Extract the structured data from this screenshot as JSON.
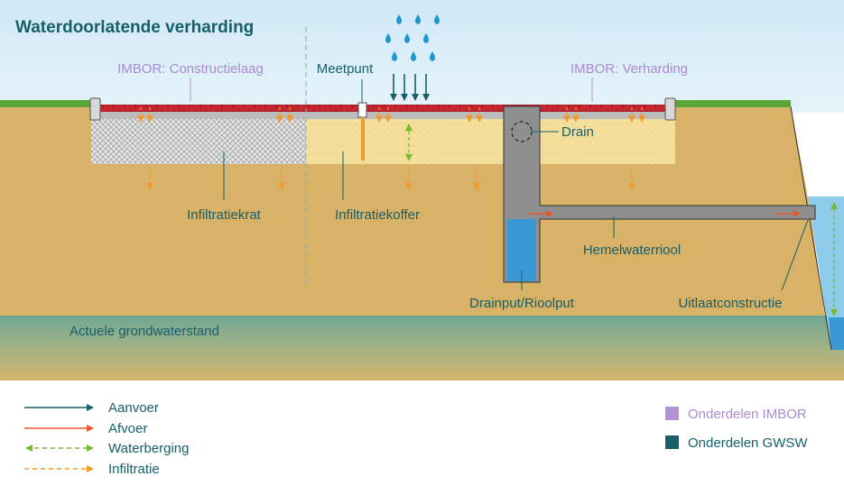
{
  "title": "Waterdoorlatende verharding",
  "labels": {
    "constructielaag": "IMBOR: Constructielaag",
    "verharding": "IMBOR: Verharding",
    "meetpunt": "Meetpunt",
    "drain": "Drain",
    "infiltratiekrat": "Infiltratiekrat",
    "infiltratiekoffer": "Infiltratiekoffer",
    "hemelwaterriool": "Hemelwaterriool",
    "drainput": "Drainput/Rioolput",
    "uitlaatconstructie": "Uitlaatconstructie",
    "grondwaterstand": "Actuele grondwaterstand"
  },
  "legend_flows": [
    {
      "label": "Aanvoer",
      "color": "#165f6b",
      "style": "solid",
      "heads": "end"
    },
    {
      "label": "Afvoer",
      "color": "#e8592a",
      "style": "solid",
      "heads": "end"
    },
    {
      "label": "Waterberging",
      "color": "#7cb82f",
      "style": "dashed",
      "heads": "both"
    },
    {
      "label": "Infiltratie",
      "color": "#f39a2c",
      "style": "dashed",
      "heads": "end"
    }
  ],
  "legend_parts": [
    {
      "label": "Onderdelen IMBOR",
      "color": "#b294d6"
    },
    {
      "label": "Onderdelen GWSW",
      "color": "#165f6b"
    }
  ],
  "colors": {
    "sky": "#d4ebf7",
    "soil": "#d8b267",
    "grass": "#5aa63a",
    "paving": "#c4262e",
    "gravel": "#b7b7b7",
    "koffer": "#f4de9a",
    "concrete": "#8f8f8f",
    "water": "#3b98d6",
    "groundwater": "#8aa98c"
  }
}
